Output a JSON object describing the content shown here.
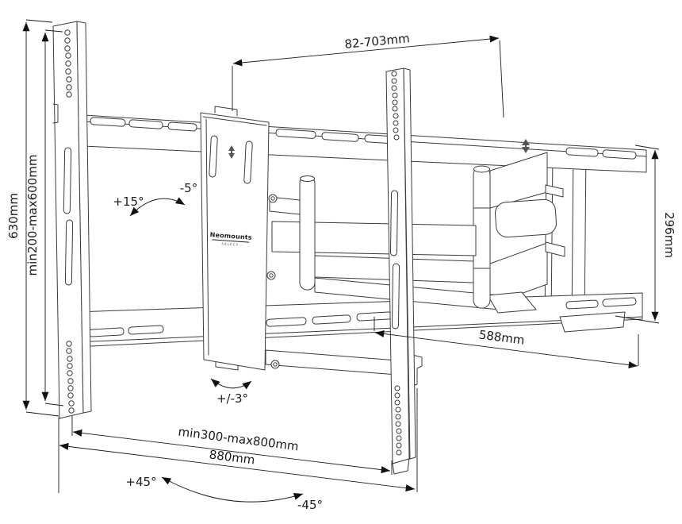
{
  "brand": {
    "name": "Neomounts",
    "subtitle": "SELECT"
  },
  "dimensions": {
    "total_height": "630mm",
    "vesa_height_range": "min200-max600mm",
    "extension_range": "82-703mm",
    "rail_height": "296mm",
    "wall_bracket_width": "588mm",
    "vesa_width_range": "min300-max800mm",
    "total_width": "880mm"
  },
  "angles": {
    "tilt_up": "+15°",
    "tilt_down": "-5°",
    "level_adjustment": "+/-3°",
    "swivel_left": "+45°",
    "swivel_right": "-45°"
  },
  "colors": {
    "art_line": "#3c3c3c",
    "dimension_line": "#1c1c1c",
    "background": "#ffffff"
  }
}
